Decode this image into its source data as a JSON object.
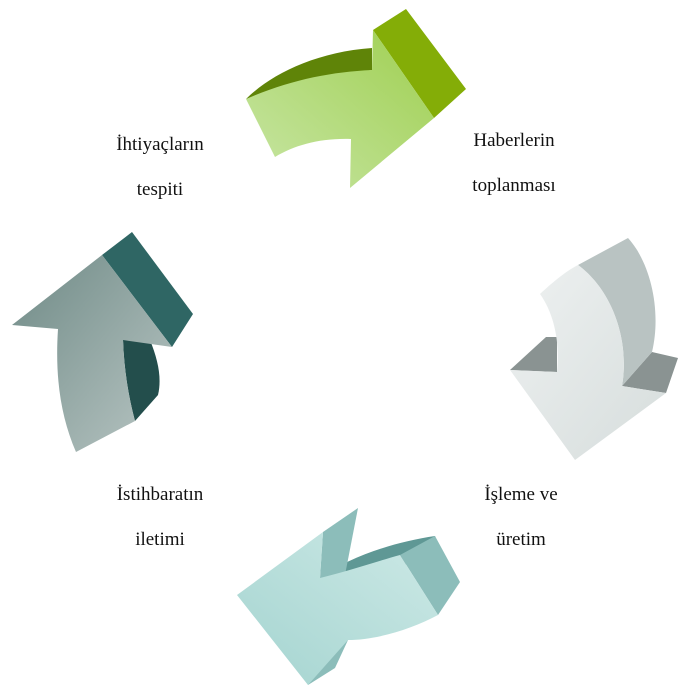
{
  "diagram": {
    "type": "cycle",
    "steps": [
      {
        "line1": "İhtiyaçların",
        "line2": "tespiti",
        "colors": {
          "light": "#c8e6a6",
          "main": "#9fcf50",
          "side": "#84ad07",
          "dark": "#5f8408"
        }
      },
      {
        "line1": "Haberlerin",
        "line2": "toplanması",
        "colors": {
          "light": "#eef1f1",
          "main": "#d6dddc",
          "side": "#b9c3c2",
          "dark": "#8a9392"
        }
      },
      {
        "line1": "İşleme ve",
        "line2": "üretim",
        "colors": {
          "light": "#cde9e6",
          "main": "#a4d4d0",
          "side": "#8cbdba",
          "dark": "#5f9895"
        }
      },
      {
        "line1": "İstihbaratın",
        "line2": "iletimi",
        "colors": {
          "light": "#b9c6c4",
          "main": "#6f8a86",
          "side": "#2f6664",
          "dark": "#234e4c"
        }
      }
    ]
  }
}
